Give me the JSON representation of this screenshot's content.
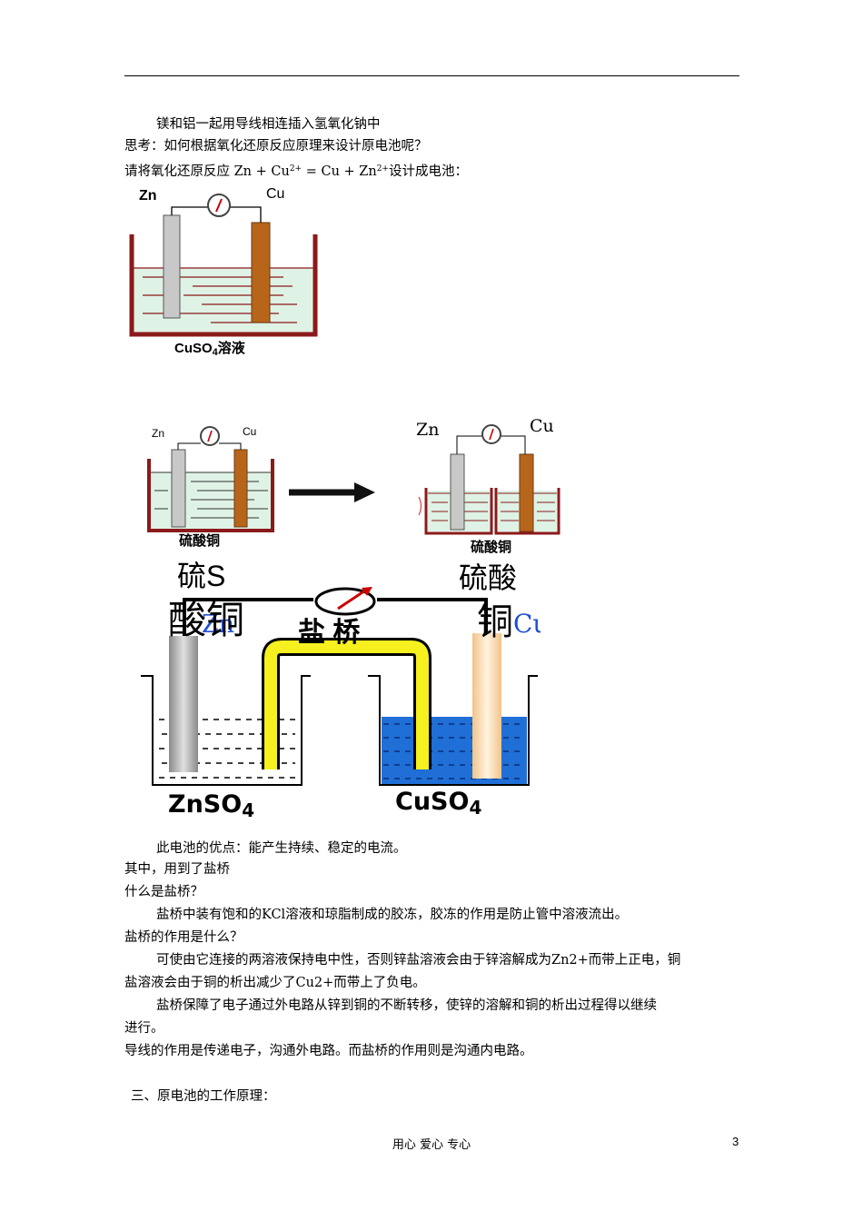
{
  "intro": {
    "line1": "镁和铝一起用导线相连插入氢氧化钠中",
    "line2": "思考：如何根据氧化还原反应原理来设计原电池呢？",
    "line3_prefix": "请将氧化还原反应 Zn + Cu",
    "line3_sup1": "2+",
    "line3_mid": " = Cu + Zn",
    "line3_sup2": "2+",
    "line3_suffix": "设计成电池："
  },
  "figure1": {
    "zn_label": "Zn",
    "cu_label": "Cu",
    "solution_label": "CuSO",
    "solution_sub": "4",
    "solution_suffix": "溶液"
  },
  "figure2": {
    "left": {
      "zn_label": "Zn",
      "cu_label": "Cu",
      "solution_label": "硫酸铜"
    },
    "right": {
      "zn_label": "Zn",
      "cu_label": "Cu",
      "solution_label": "硫酸铜"
    }
  },
  "figure3": {
    "overlap_left_1": "硫S",
    "overlap_left_2": "酸铜",
    "overlap_right_1": "硫酸",
    "overlap_right_2": "铜",
    "zn_label": "Zn",
    "cu_label": "Cu",
    "salt_bridge": "盐 桥",
    "left_solution": "ZnSO",
    "left_sub": "4",
    "right_solution": "CuSO",
    "right_sub": "4"
  },
  "body": {
    "p1": "此电池的优点：能产生持续、稳定的电流。",
    "p2": "其中，用到了盐桥",
    "p3": "什么是盐桥？",
    "p4": "盐桥中装有饱和的KCl溶液和琼脂制成的胶冻，胶冻的作用是防止管中溶液流出。",
    "p5": "盐桥的作用是什么？",
    "p6a": "可使由它连接的两溶液保持电中性，否则锌盐溶液会由于锌溶解成为Zn2+而带上正电，铜",
    "p6b": "盐溶液会由于铜的析出减少了Cu2+而带上了负电。",
    "p7a": "盐桥保障了电子通过外电路从锌到铜的不断转移，使锌的溶解和铜的析出过程得以继续",
    "p7b": "进行。",
    "p8": "导线的作用是传递电子，沟通外电路。而盐桥的作用则是沟通内电路。",
    "section_title": "三、原电池的工作原理："
  },
  "footer": {
    "text": "用心 爱心 专心",
    "page": "3"
  }
}
